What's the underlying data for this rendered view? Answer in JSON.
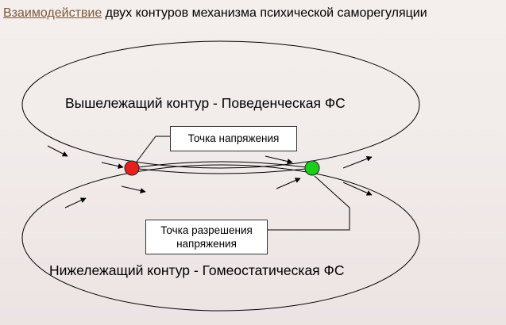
{
  "title": {
    "link_text": "Взаимодействие",
    "rest": " двух контуров механизма психической саморегуляции"
  },
  "upper_contour": {
    "label": "Вышележащий контур - Поведенческая ФС"
  },
  "lower_contour": {
    "label": "Нижележащий контур - Гомеостатическая ФС"
  },
  "tension_point": {
    "label": "Точка напряжения",
    "color": "#e8201c"
  },
  "resolution_point": {
    "label_line1": "Точка разрешения",
    "label_line2": "напряжения",
    "color": "#18d018"
  },
  "colors": {
    "stroke": "#000000",
    "background": "#f1ebea"
  }
}
